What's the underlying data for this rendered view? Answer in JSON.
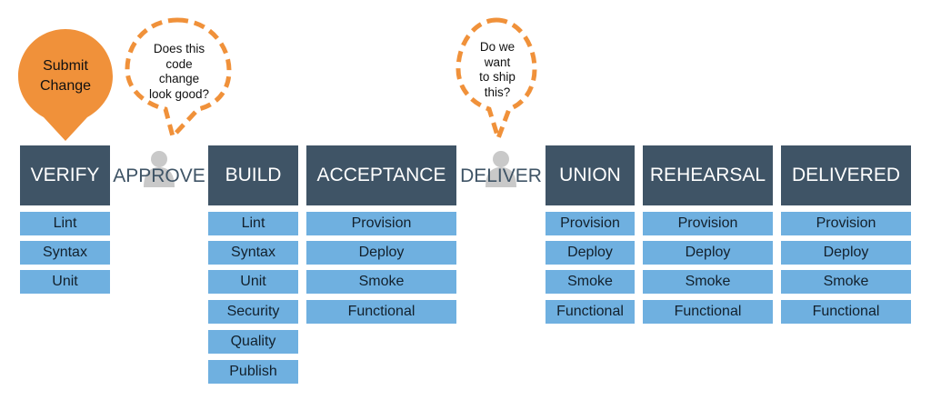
{
  "submit_bubble": {
    "lines": [
      "Submit",
      "Change"
    ]
  },
  "approve_bubble": {
    "lines": [
      "Does this",
      "code",
      "change",
      "look good?"
    ]
  },
  "deliver_bubble": {
    "lines": [
      "Do we",
      "want",
      "to ship",
      "this?"
    ]
  },
  "colors": {
    "stage_header": "#3f5466",
    "step_box": "#6fb0e0",
    "accent_orange": "#f0913a",
    "person_icon": "#c9c9c9"
  },
  "pipeline": [
    {
      "label": "VERIFY",
      "kind": "stage",
      "steps": [
        "Lint",
        "Syntax",
        "Unit"
      ]
    },
    {
      "label": "APPROVE",
      "kind": "gate",
      "steps": []
    },
    {
      "label": "BUILD",
      "kind": "stage",
      "steps": [
        "Lint",
        "Syntax",
        "Unit",
        "Security",
        "Quality",
        "Publish"
      ]
    },
    {
      "label": "ACCEPTANCE",
      "kind": "stage",
      "steps": [
        "Provision",
        "Deploy",
        "Smoke",
        "Functional"
      ]
    },
    {
      "label": "DELIVER",
      "kind": "gate",
      "steps": []
    },
    {
      "label": "UNION",
      "kind": "stage",
      "steps": [
        "Provision",
        "Deploy",
        "Smoke",
        "Functional"
      ]
    },
    {
      "label": "REHEARSAL",
      "kind": "stage",
      "steps": [
        "Provision",
        "Deploy",
        "Smoke",
        "Functional"
      ]
    },
    {
      "label": "DELIVERED",
      "kind": "stage",
      "steps": [
        "Provision",
        "Deploy",
        "Smoke",
        "Functional"
      ]
    }
  ]
}
